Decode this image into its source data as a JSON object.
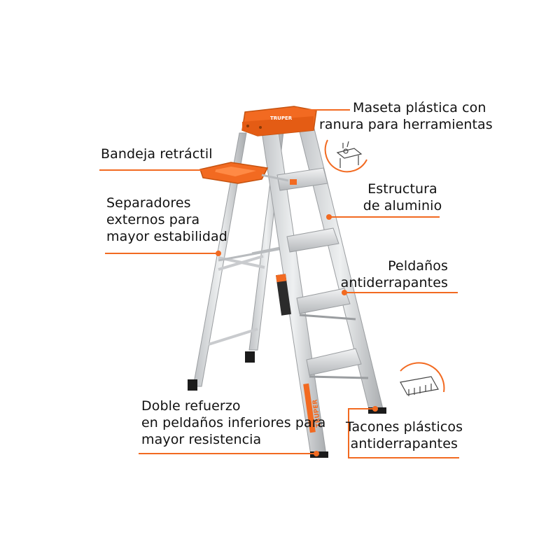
{
  "colors": {
    "accent": "#f26a21",
    "text": "#111111",
    "aluminum": "#d4d6d8",
    "aluminum_dark": "#a9acaf",
    "rubber": "#1b1b1b"
  },
  "ladder": {
    "brand_text": "TRUPER"
  },
  "callouts": {
    "maseta": {
      "line1": "Maseta plástica con",
      "line2": "ranura para herramientas"
    },
    "bandeja": {
      "line1": "Bandeja retráctil"
    },
    "estructura": {
      "line1": "Estructura",
      "line2": "de aluminio"
    },
    "separadores": {
      "line1": "Separadores",
      "line2": "externos para",
      "line3": "mayor estabilidad"
    },
    "peldanos": {
      "line1": "Peldaños",
      "line2": "antiderrapantes"
    },
    "doble": {
      "line1": "Doble refuerzo",
      "line2": "en peldaños inferiores para",
      "line3": "mayor resistencia"
    },
    "tacones": {
      "line1": "Tacones plásticos",
      "line2": "antiderrapantes"
    }
  },
  "icons": [
    "maseta-detail-icon",
    "tacon-detail-icon"
  ]
}
